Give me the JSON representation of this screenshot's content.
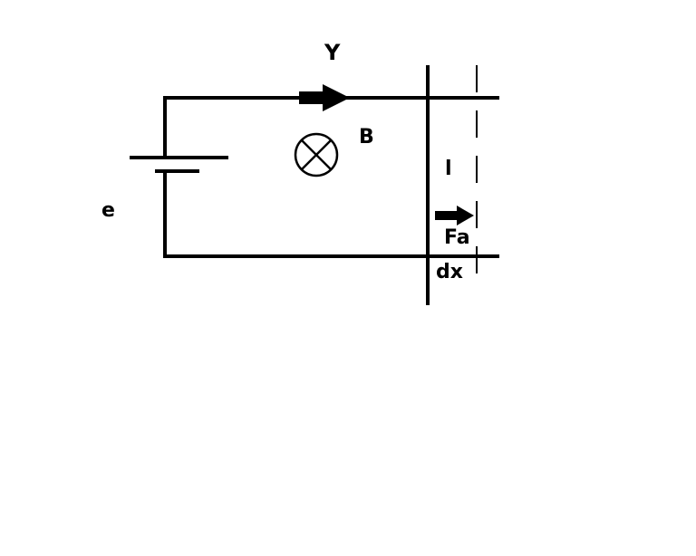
{
  "diagram": {
    "labels": {
      "current_arrow": "Y",
      "field": "B",
      "emf": "e",
      "rod_length": "l",
      "force": "Fa",
      "displacement": "dx"
    },
    "colors": {
      "stroke": "#000000",
      "background": "#ffffff"
    },
    "icons": {
      "field_symbol": "into-page-field-icon",
      "battery": "battery-icon"
    }
  }
}
